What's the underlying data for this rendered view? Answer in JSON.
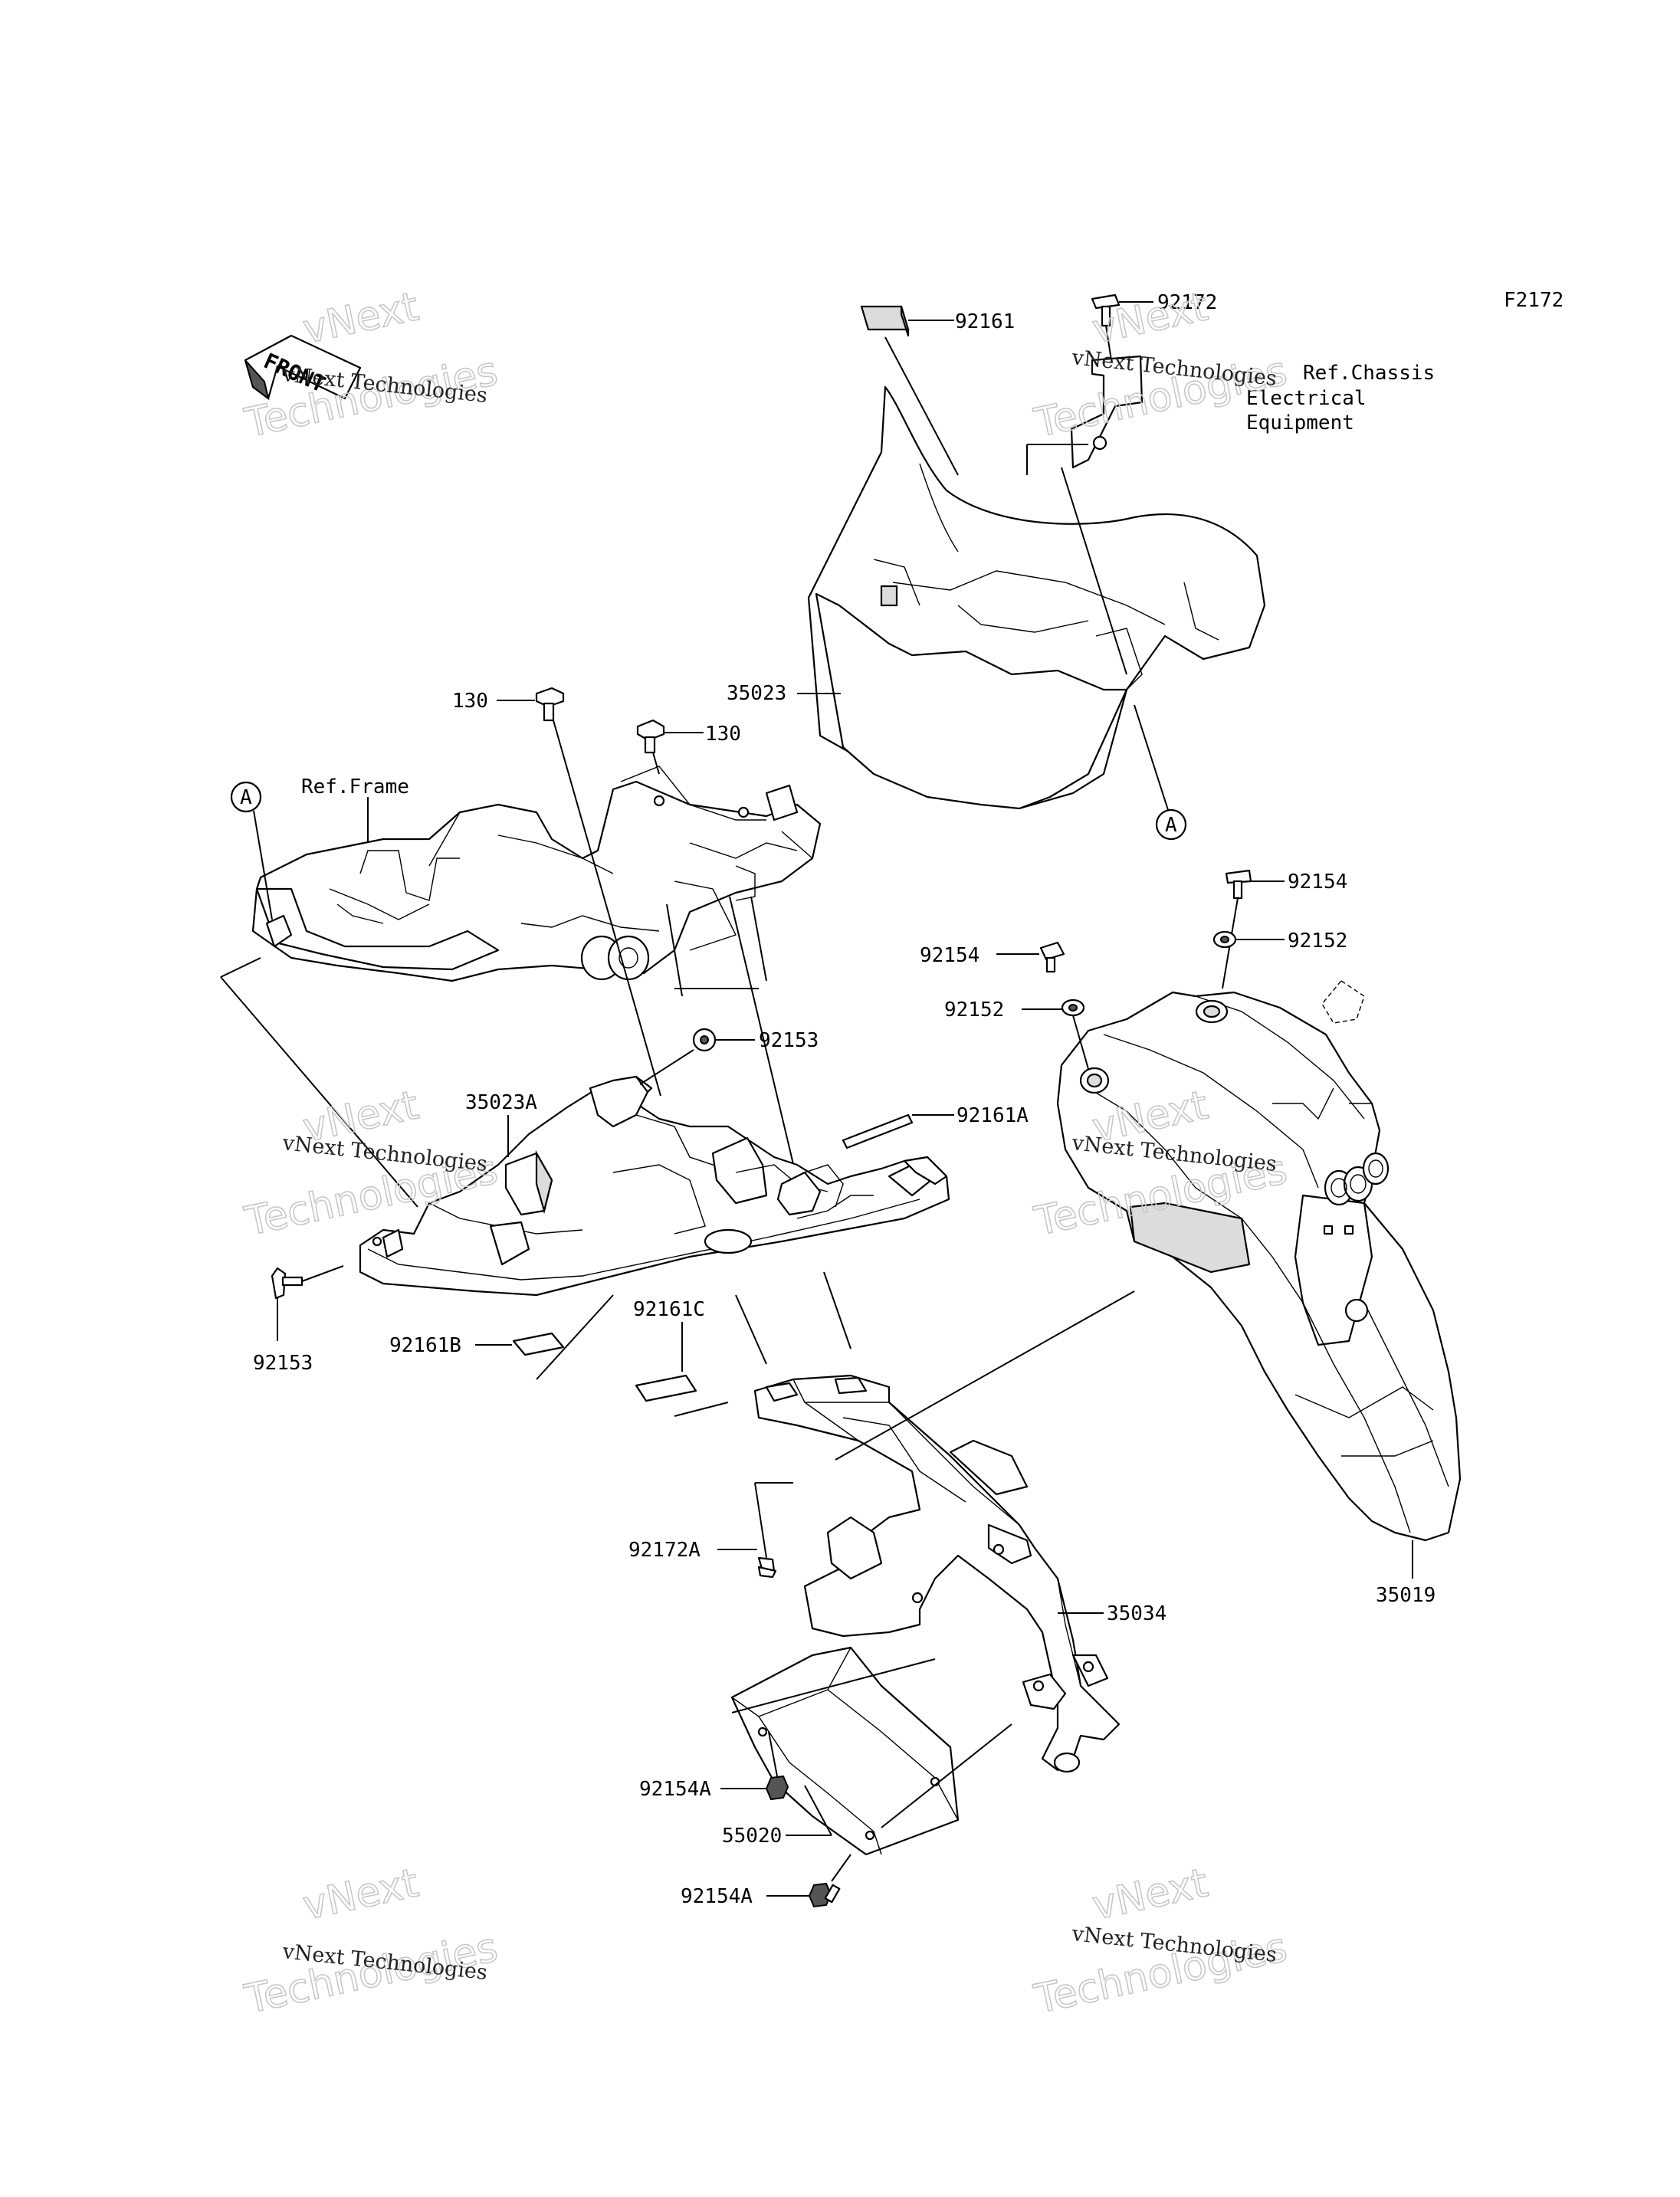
{
  "diagram_code": "F2172",
  "front_marker": "FRONT",
  "ref_labels": {
    "frame": "Ref.Frame",
    "chassis_line1": "Ref.Chassis",
    "chassis_line2": "Electrical",
    "chassis_line3": "Equipment",
    "circle_a_left": "A",
    "circle_a_right": "A"
  },
  "watermark": {
    "line1": "vNext Technologies",
    "line2": "vNext",
    "line3": "Technologies"
  },
  "callouts": [
    {
      "id": "c92161",
      "text": "92161"
    },
    {
      "id": "c92172",
      "text": "92172"
    },
    {
      "id": "c35023",
      "text": "35023"
    },
    {
      "id": "c130a",
      "text": "130"
    },
    {
      "id": "c130b",
      "text": "130"
    },
    {
      "id": "c92154a",
      "text": "92154"
    },
    {
      "id": "c92152a",
      "text": "92152"
    },
    {
      "id": "c92154b",
      "text": "92154"
    },
    {
      "id": "c92152b",
      "text": "92152"
    },
    {
      "id": "c92153a",
      "text": "92153"
    },
    {
      "id": "c35023A",
      "text": "35023A"
    },
    {
      "id": "c92161A",
      "text": "92161A"
    },
    {
      "id": "c92153b",
      "text": "92153"
    },
    {
      "id": "c92161B",
      "text": "92161B"
    },
    {
      "id": "c92161C",
      "text": "92161C"
    },
    {
      "id": "c92172A",
      "text": "92172A"
    },
    {
      "id": "c35034",
      "text": "35034"
    },
    {
      "id": "c35019",
      "text": "35019"
    },
    {
      "id": "c92154A1",
      "text": "92154A"
    },
    {
      "id": "c55020",
      "text": "55020"
    },
    {
      "id": "c92154A2",
      "text": "92154A"
    }
  ]
}
